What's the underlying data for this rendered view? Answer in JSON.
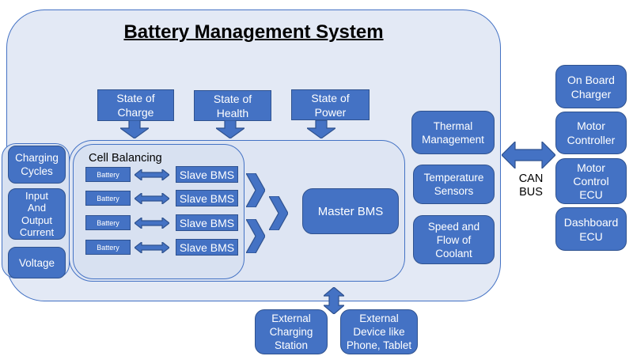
{
  "title": "Battery Management System",
  "top_inputs": [
    "State of\nCharge",
    "State of\nHealth",
    "State of\nPower"
  ],
  "left_panel": [
    "Charging\nCycles",
    "Input\nAnd\nOutput\nCurrent",
    "Voltage"
  ],
  "cell_balancing": {
    "label": "Cell Balancing",
    "rows": [
      {
        "battery": "Battery",
        "slave": "Slave BMS"
      },
      {
        "battery": "Battery",
        "slave": "Slave BMS"
      },
      {
        "battery": "Battery",
        "slave": "Slave BMS"
      },
      {
        "battery": "Battery",
        "slave": "Slave BMS"
      }
    ]
  },
  "master_bms_label": "Master BMS",
  "thermal_panel": [
    "Thermal\nManagement",
    "Temperature\nSensors",
    "Speed and\nFlow of\nCoolant"
  ],
  "can_bus_label": "CAN\nBUS",
  "right_panel": [
    "On Board\nCharger",
    "Motor\nController",
    "Motor\nControl\nECU",
    "Dashboard\nECU"
  ],
  "bottom_panel": [
    "External\nCharging\nStation",
    "External\nDevice like\nPhone, Tablet"
  ],
  "colors": {
    "box_fill": "#4472C4",
    "box_border": "#2F528F",
    "outer_container_fill": "#E3E9F5",
    "inner_container_fill": "#D8E1F1",
    "container_border": "#4472C4",
    "text_on_box": "#FFFFFF",
    "text_dark": "#000000"
  }
}
